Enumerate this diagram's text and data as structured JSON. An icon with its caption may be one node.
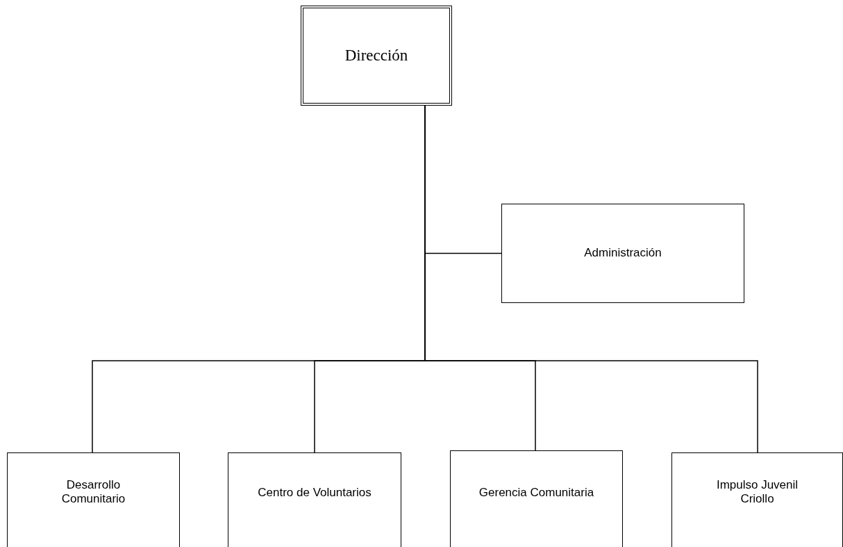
{
  "diagram": {
    "nodes": [
      {
        "text": [
          "Dirección"
        ]
      },
      {
        "text": [
          "Administración"
        ]
      },
      {
        "text": [
          "Desarrollo Comunitario"
        ]
      },
      {
        "text": [
          "Centro de Voluntarios"
        ]
      },
      {
        "text": [
          "Gerencia Comunitaria"
        ]
      },
      {
        "text": [
          "Impulso Juvenil Criollo"
        ]
      }
    ],
    "edges": [
      {
        "from": 0,
        "to": 1,
        "arrow": "none"
      },
      {
        "from": 0,
        "to": 2,
        "arrow": "none"
      },
      {
        "from": 0,
        "to": 3,
        "arrow": "none"
      },
      {
        "from": 0,
        "to": 4,
        "arrow": "none"
      },
      {
        "from": 0,
        "to": 5,
        "arrow": "none"
      }
    ]
  }
}
